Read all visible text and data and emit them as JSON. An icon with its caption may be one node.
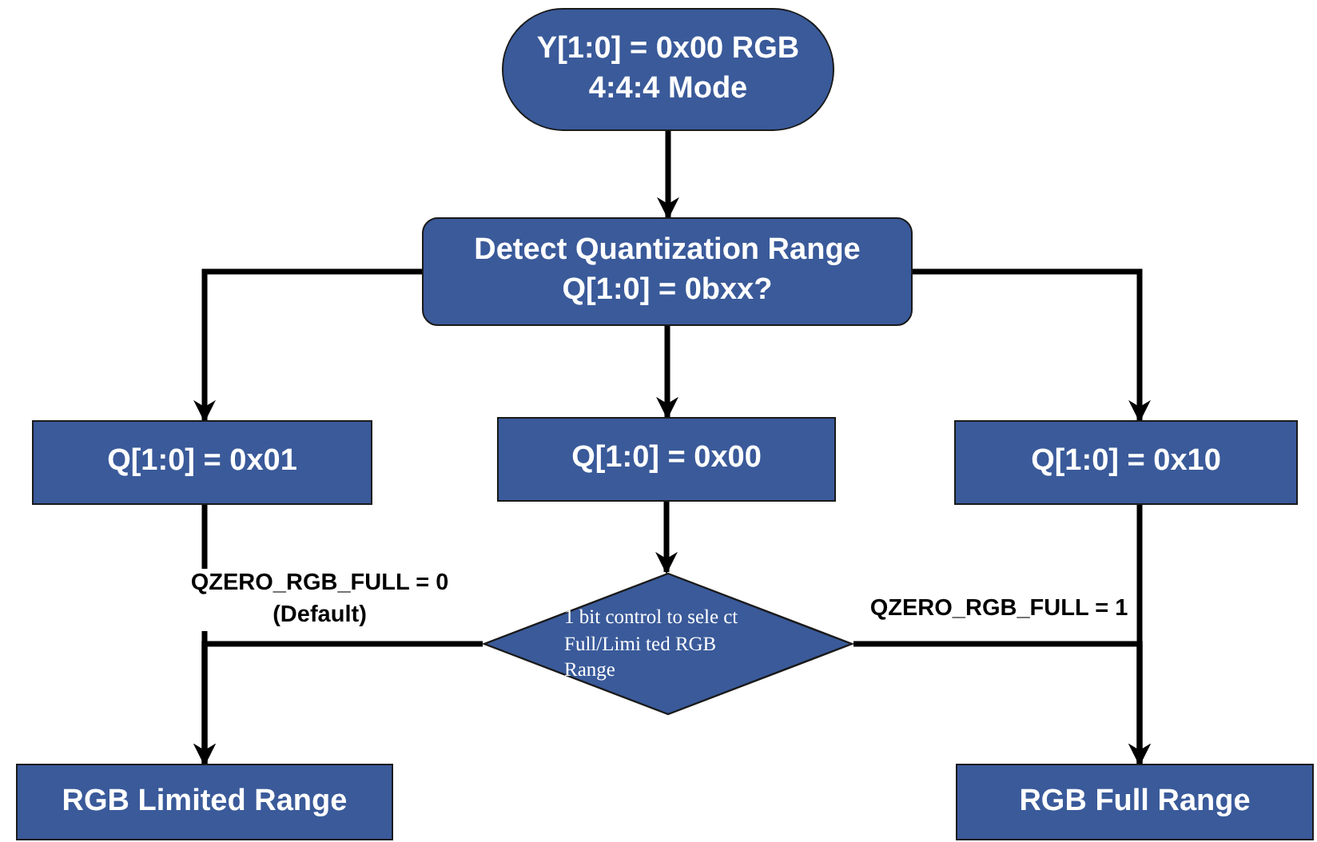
{
  "diagram": {
    "nodes": [
      {
        "text": [
          "Y[1:0] = 0x00 RGB 4:4:4 Mode"
        ]
      },
      {
        "text": [
          "Detect Quantization Range Q[1:0] = 0bxx?"
        ]
      },
      {
        "text": [
          "Q[1:0] = 0x01"
        ]
      },
      {
        "text": [
          "Q[1:0] = 0x00"
        ]
      },
      {
        "text": [
          "Q[1:0] = 0x10"
        ]
      },
      {
        "text": [
          "1 bit control to sele ct Full/Limi ted RGB Range"
        ]
      },
      {
        "text": [
          "RGB Limited Range"
        ]
      },
      {
        "text": [
          "RGB Full Range"
        ]
      }
    ],
    "edges": [
      {
        "from": 0,
        "to": 1,
        "arrow": "to"
      },
      {
        "from": 1,
        "to": 2,
        "arrow": "to"
      },
      {
        "from": 1,
        "to": 3,
        "arrow": "to"
      },
      {
        "from": 1,
        "to": 4,
        "arrow": "to"
      },
      {
        "from": 3,
        "to": 5,
        "arrow": "to"
      },
      {
        "from": 2,
        "to": 6,
        "arrow": "to"
      },
      {
        "from": 5,
        "to": 6,
        "arrow": "to",
        "label": "QZERO_RGB_FULL = 0 (Default)"
      },
      {
        "from": 4,
        "to": 7,
        "arrow": "to"
      },
      {
        "from": 5,
        "to": 7,
        "arrow": "to",
        "label": "QZERO_RGB_FULL = 1"
      }
    ]
  }
}
